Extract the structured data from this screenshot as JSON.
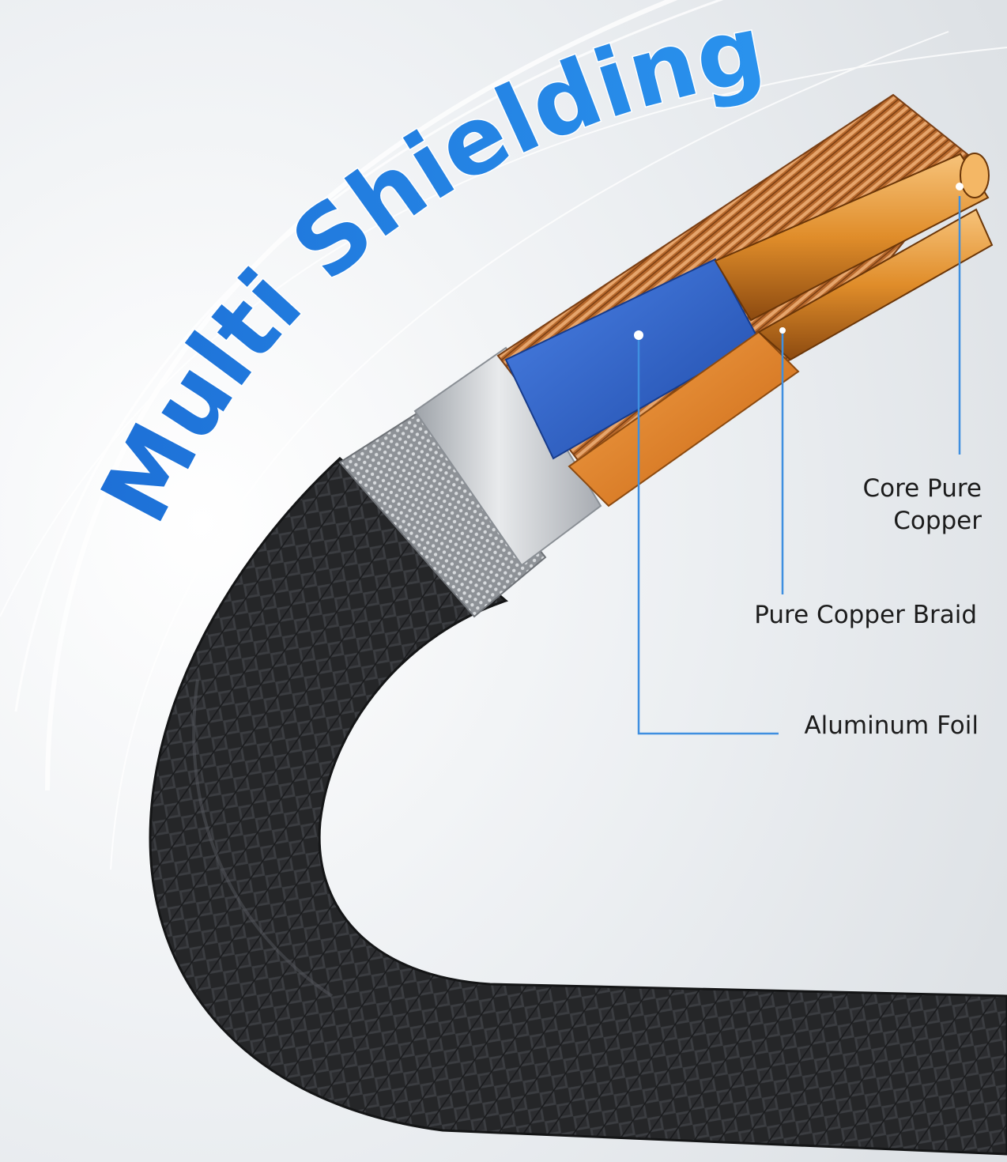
{
  "headline": "Multi Shielding",
  "callouts": {
    "core": {
      "line1": "Core Pure",
      "line2": "Copper"
    },
    "braid": "Pure Copper Braid",
    "foil": "Aluminum Foil"
  },
  "colors": {
    "headline": "#1b7fe0",
    "leader_line": "#3f8fe0",
    "jacket": "#2a2b2d",
    "copper": "#c97a3a",
    "foil": "#c9ccd1",
    "blue_insulation": "#2f62c9",
    "orange_insulation": "#e47d1c"
  }
}
